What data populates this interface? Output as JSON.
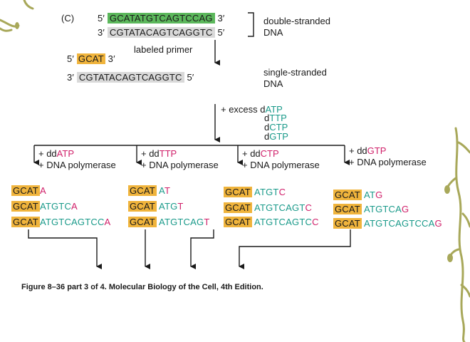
{
  "panel_label": "(C)",
  "ds": {
    "top_5": "5′",
    "top_seq": "GCATATGTCAGTCCAG",
    "top_3": "3′",
    "bot_3": "3′",
    "bot_seq": "CGTATACAGTCAGGTC",
    "bot_5": "5′",
    "label_line1": "double-stranded",
    "label_line2": "DNA"
  },
  "primer": {
    "label": "labeled primer",
    "p5": "5′",
    "seq": "GCAT",
    "p3": "3′"
  },
  "ss": {
    "p3": "3′",
    "seq": "CGTATACAGTCAGGTC",
    "p5": "5′",
    "label_line1": "single-stranded",
    "label_line2": "DNA"
  },
  "excess": {
    "prefix": "+ excess d",
    "atp_d": "d",
    "atp": "ATP",
    "ttp_d": "d",
    "ttp": "TTP",
    "ctp_d": "d",
    "ctp": "CTP",
    "gtp_d": "d",
    "gtp": "GTP"
  },
  "reactions": [
    {
      "dd_prefix": "+ dd",
      "dd": "ATP",
      "poly": "+ DNA polymerase"
    },
    {
      "dd_prefix": "+ dd",
      "dd": "TTP",
      "poly": "+ DNA polymerase"
    },
    {
      "dd_prefix": "+ dd",
      "dd": "CTP",
      "poly": "+ DNA polymerase"
    },
    {
      "dd_prefix": "+ dd",
      "dd": "GTP",
      "poly": "+ DNA polymerase"
    }
  ],
  "products": [
    [
      {
        "primer": "GCAT",
        "ext": "",
        "term": "A"
      },
      {
        "primer": "GCAT",
        "ext": "ATGTC",
        "term": "A"
      },
      {
        "primer": "GCAT",
        "ext": "ATGTCAGTCC",
        "term": "A"
      }
    ],
    [
      {
        "primer": "GCAT",
        "ext": " A",
        "term": "T"
      },
      {
        "primer": "GCAT",
        "ext": " ATG",
        "term": "T"
      },
      {
        "primer": "GCAT",
        "ext": " ATGTCAG",
        "term": "T"
      }
    ],
    [
      {
        "primer": "GCAT",
        "ext": " ATGT",
        "term": "C"
      },
      {
        "primer": "GCAT",
        "ext": " ATGTCAGT",
        "term": "C"
      },
      {
        "primer": "GCAT",
        "ext": " ATGTCAGTC",
        "term": "C"
      }
    ],
    [
      {
        "primer": "GCAT",
        "ext": " AT",
        "term": "G"
      },
      {
        "primer": "GCAT",
        "ext": " ATGTCA",
        "term": "G"
      },
      {
        "primer": "GCAT",
        "ext": " ATGTCAGTCCA",
        "term": "G"
      }
    ]
  ],
  "caption": "Figure 8–36 part 3 of 4. Molecular Biology of the Cell, 4th Edition.",
  "colors": {
    "template_highlight": "#5cb85c",
    "complement_highlight": "#d9d9d9",
    "primer_highlight": "#f0b43c",
    "dNTP_base": "#1a9a8a",
    "ddNTP_base": "#d0206a",
    "vine": "#a8a85a"
  }
}
